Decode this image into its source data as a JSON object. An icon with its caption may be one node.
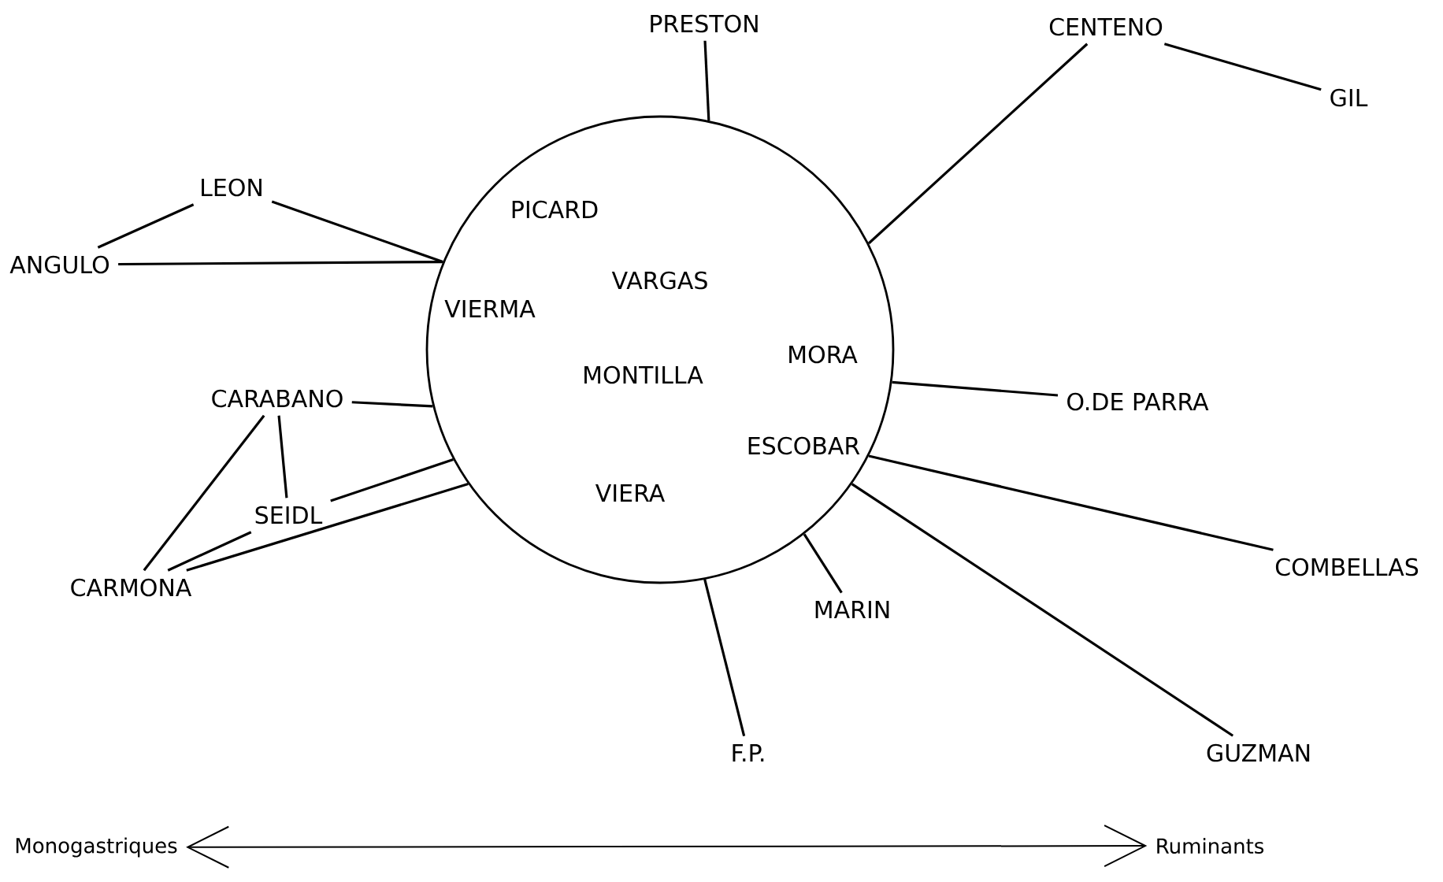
{
  "diagram": {
    "nodes": [
      {
        "text": [
          "PICARD",
          "VARGAS",
          "VIERMA",
          "MORA",
          "MONTILLA",
          "ESCOBAR",
          "VIERA"
        ]
      },
      {
        "text": [
          "PRESTON"
        ]
      },
      {
        "text": [
          "CENTENO"
        ]
      },
      {
        "text": [
          "GIL"
        ]
      },
      {
        "text": [
          "LEON"
        ]
      },
      {
        "text": [
          "ANGULO"
        ]
      },
      {
        "text": [
          "CARABANO"
        ]
      },
      {
        "text": [
          "SEIDL"
        ]
      },
      {
        "text": [
          "CARMONA"
        ]
      },
      {
        "text": [
          "O.DE PARRA"
        ]
      },
      {
        "text": [
          "COMBELLAS"
        ]
      },
      {
        "text": [
          "MARIN"
        ]
      },
      {
        "text": [
          "F.P."
        ]
      },
      {
        "text": [
          "GUZMAN"
        ]
      },
      {
        "text": [
          "Monogastriques"
        ]
      },
      {
        "text": [
          "Ruminants"
        ]
      }
    ],
    "edges": [
      {
        "from": 1,
        "to": 0,
        "arrow": "none"
      },
      {
        "from": 2,
        "to": 0,
        "arrow": "none"
      },
      {
        "from": 2,
        "to": 3,
        "arrow": "none"
      },
      {
        "from": 4,
        "to": 0,
        "arrow": "none"
      },
      {
        "from": 4,
        "to": 5,
        "arrow": "none"
      },
      {
        "from": 5,
        "to": 0,
        "arrow": "none"
      },
      {
        "from": 6,
        "to": 0,
        "arrow": "none"
      },
      {
        "from": 6,
        "to": 7,
        "arrow": "none"
      },
      {
        "from": 6,
        "to": 8,
        "arrow": "none"
      },
      {
        "from": 7,
        "to": 8,
        "arrow": "none"
      },
      {
        "from": 7,
        "to": 0,
        "arrow": "none"
      },
      {
        "from": 8,
        "to": 0,
        "arrow": "none"
      },
      {
        "from": 9,
        "to": 0,
        "arrow": "none"
      },
      {
        "from": 10,
        "to": 0,
        "arrow": "none"
      },
      {
        "from": 11,
        "to": 0,
        "arrow": "none"
      },
      {
        "from": 12,
        "to": 0,
        "arrow": "none"
      },
      {
        "from": 13,
        "to": 0,
        "arrow": "none"
      },
      {
        "from": 14,
        "to": 15,
        "arrow": "both"
      }
    ]
  }
}
